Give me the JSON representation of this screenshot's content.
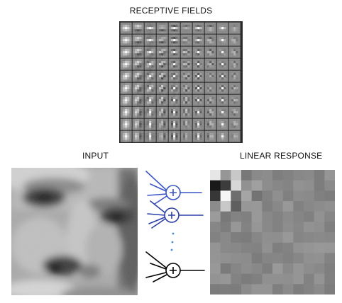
{
  "labels": {
    "receptive_fields": "RECEPTIVE FIELDS",
    "input": "INPUT",
    "linear_response": "LINEAR RESPONSE"
  },
  "colors": {
    "background": "#ffffff",
    "neuron_blue_1": "#3a55c8",
    "neuron_blue_2": "#2a3fa8",
    "neuron_black": "#000000",
    "dots_blue": "#4a8ad8"
  },
  "network": {
    "neurons": [
      {
        "name": "neuron-1",
        "color": "#3a55c8"
      },
      {
        "name": "neuron-2",
        "color": "#2a3fa8"
      },
      {
        "name": "neuron-n",
        "color": "#000000"
      }
    ],
    "ellipsis_dots": 3
  },
  "receptive_fields": {
    "rows": 10,
    "cols": 10
  },
  "linear_response": {
    "rows": 12,
    "cols": 12
  }
}
